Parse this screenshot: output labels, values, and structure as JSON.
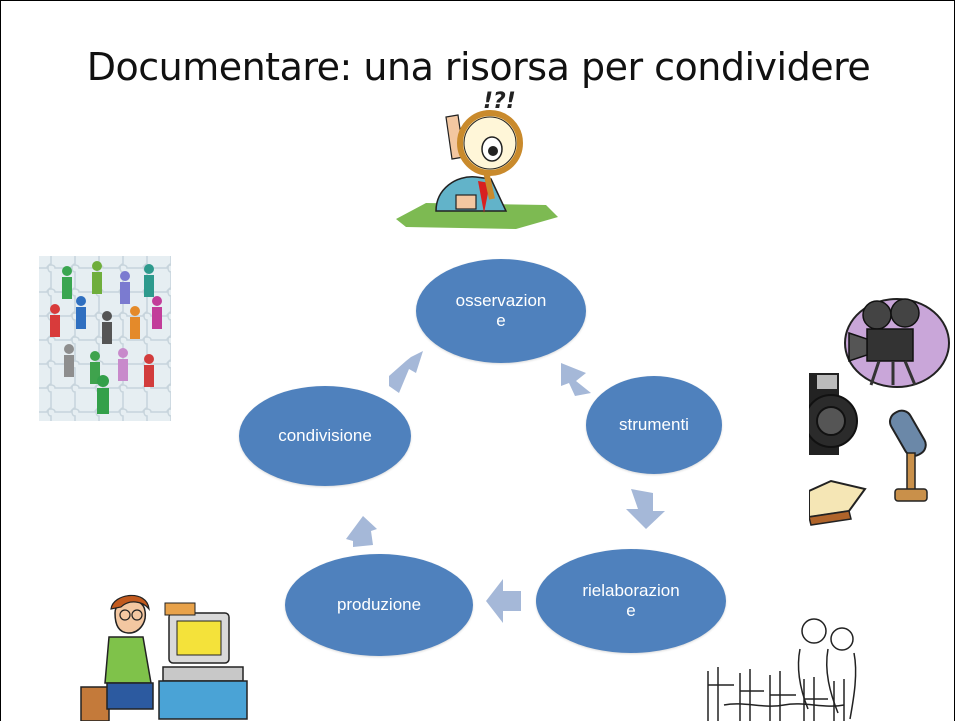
{
  "title": "Documentare: una risorsa  per condividere",
  "cycle": {
    "nodes": [
      {
        "id": "osservazione",
        "label": "osservazion\ne"
      },
      {
        "id": "strumenti",
        "label": "strumenti"
      },
      {
        "id": "rielaborazione",
        "label": "rielaborazion\ne"
      },
      {
        "id": "produzione",
        "label": "produzione"
      },
      {
        "id": "condivisione",
        "label": "condivisione"
      }
    ],
    "colors": {
      "node": "#4f81bd",
      "arrow": "#a5b8d8"
    }
  },
  "clipart": {
    "top": "magnifier-person-icon",
    "left": "people-puzzle-icon",
    "right": "camera-microphone-book-icon",
    "bottom_left": "person-at-computer-icon",
    "bottom_right": "people-sketch-icon",
    "top_text": "!?!"
  }
}
